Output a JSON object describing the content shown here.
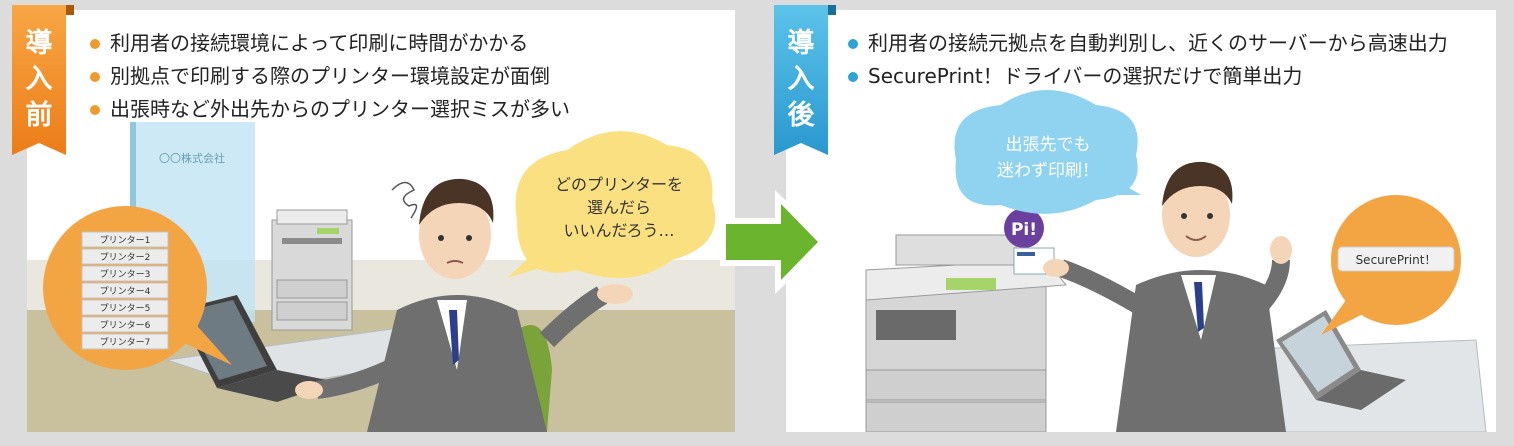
{
  "before": {
    "badge": [
      "導",
      "入",
      "前"
    ],
    "bullets": [
      "利用者の接続環境によって印刷に時間がかかる",
      "別拠点で印刷する際のプリンター環境設定が面倒",
      "出張時など外出先からのプリンター選択ミスが多い"
    ],
    "speech": [
      "どのプリンターを",
      "選んだら",
      "いいんだろう…"
    ],
    "door_sign": "〇〇株式会社",
    "printer_list": [
      "プリンター1",
      "プリンター2",
      "プリンター3",
      "プリンター4",
      "プリンター5",
      "プリンター6",
      "プリンター7"
    ]
  },
  "after": {
    "badge": [
      "導",
      "入",
      "後"
    ],
    "bullets": [
      "利用者の接続元拠点を自動判別し、近くのサーバーから高速出力",
      "SecurePrint！ドライバーの選択だけで簡単出力"
    ],
    "speech": [
      "出張先でも",
      "迷わず印刷！"
    ],
    "laptop_bubble": "SecurePrint！",
    "logo_badge": "Pi!"
  },
  "colors": {
    "before_accent": "#ec7d18",
    "after_accent": "#2a98cf",
    "arrow": "#6ab42e"
  }
}
